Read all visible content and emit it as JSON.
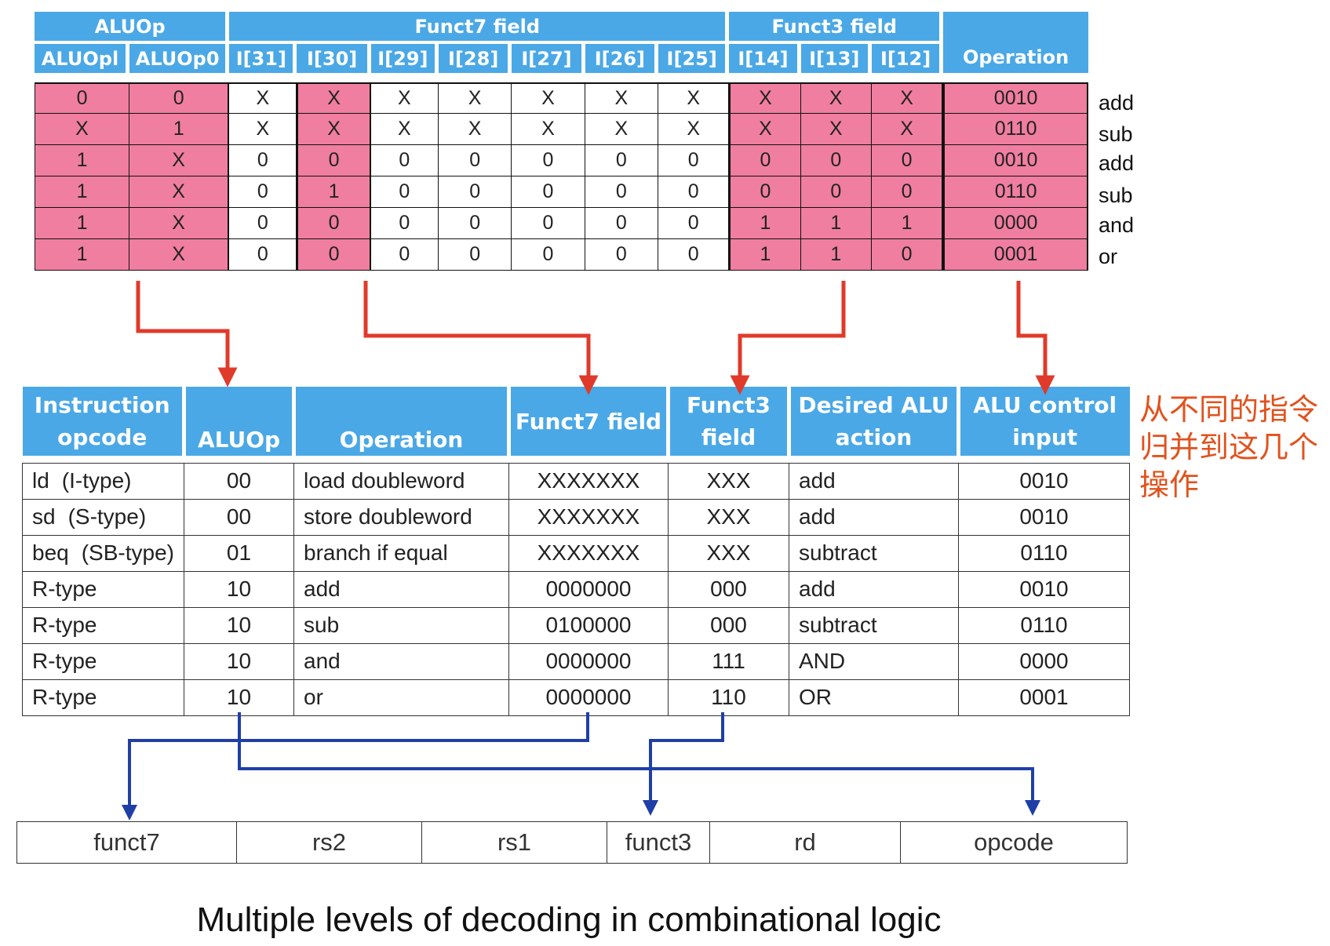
{
  "truth_table": {
    "group_headers": {
      "aluop": "ALUOp",
      "funct7": "Funct7 field",
      "funct3": "Funct3 field"
    },
    "column_headers": [
      "ALUOpl",
      "ALUOp0",
      "I[31]",
      "I[30]",
      "I[29]",
      "I[28]",
      "I[27]",
      "I[26]",
      "I[25]",
      "I[14]",
      "I[13]",
      "I[12]",
      "Operation"
    ],
    "rows": [
      [
        "0",
        "0",
        "X",
        "X",
        "X",
        "X",
        "X",
        "X",
        "X",
        "X",
        "X",
        "X",
        "0010"
      ],
      [
        "X",
        "1",
        "X",
        "X",
        "X",
        "X",
        "X",
        "X",
        "X",
        "X",
        "X",
        "X",
        "0110"
      ],
      [
        "1",
        "X",
        "0",
        "0",
        "0",
        "0",
        "0",
        "0",
        "0",
        "0",
        "0",
        "0",
        "0010"
      ],
      [
        "1",
        "X",
        "0",
        "1",
        "0",
        "0",
        "0",
        "0",
        "0",
        "0",
        "0",
        "0",
        "0110"
      ],
      [
        "1",
        "X",
        "0",
        "0",
        "0",
        "0",
        "0",
        "0",
        "0",
        "1",
        "1",
        "1",
        "0000"
      ],
      [
        "1",
        "X",
        "0",
        "0",
        "0",
        "0",
        "0",
        "0",
        "0",
        "1",
        "1",
        "0",
        "0001"
      ]
    ],
    "operation_names": [
      "add",
      "sub",
      "add",
      "sub",
      "and",
      "or"
    ],
    "highlight_color": "#f07ea0",
    "header_color": "#4aa8e6"
  },
  "decode_table": {
    "headers": [
      "Instruction opcode",
      "ALUOp",
      "Operation",
      "Funct7 field",
      "Funct3 field",
      "Desired ALU action",
      "ALU control input"
    ],
    "rows": [
      {
        "op": "ld",
        "type": "(I-type)",
        "aluop": "00",
        "operation": "load doubleword",
        "funct7": "XXXXXXX",
        "funct3": "XXX",
        "action": "add",
        "control": "0010"
      },
      {
        "op": "sd",
        "type": "(S-type)",
        "aluop": "00",
        "operation": "store doubleword",
        "funct7": "XXXXXXX",
        "funct3": "XXX",
        "action": "add",
        "control": "0010"
      },
      {
        "op": "beq",
        "type": "(SB-type)",
        "aluop": "01",
        "operation": "branch if equal",
        "funct7": "XXXXXXX",
        "funct3": "XXX",
        "action": "subtract",
        "control": "0110"
      },
      {
        "op": "R-type",
        "type": "",
        "aluop": "10",
        "operation": "add",
        "funct7": "0000000",
        "funct3": "000",
        "action": "add",
        "control": "0010"
      },
      {
        "op": "R-type",
        "type": "",
        "aluop": "10",
        "operation": "sub",
        "funct7": "0100000",
        "funct3": "000",
        "action": "subtract",
        "control": "0110"
      },
      {
        "op": "R-type",
        "type": "",
        "aluop": "10",
        "operation": "and",
        "funct7": "0000000",
        "funct3": "111",
        "action": "AND",
        "control": "0000"
      },
      {
        "op": "R-type",
        "type": "",
        "aluop": "10",
        "operation": "or",
        "funct7": "0000000",
        "funct3": "110",
        "action": "OR",
        "control": "0001"
      }
    ]
  },
  "note": "从不同的指令归并到这几个操作",
  "note_color": "#e2521d",
  "format_fields": [
    "funct7",
    "rs2",
    "rs1",
    "funct3",
    "rd",
    "opcode"
  ],
  "caption": "Multiple levels of decoding in combinational logic",
  "arrow_colors": {
    "red": "#e03a2a",
    "blue": "#1f3fa6"
  }
}
